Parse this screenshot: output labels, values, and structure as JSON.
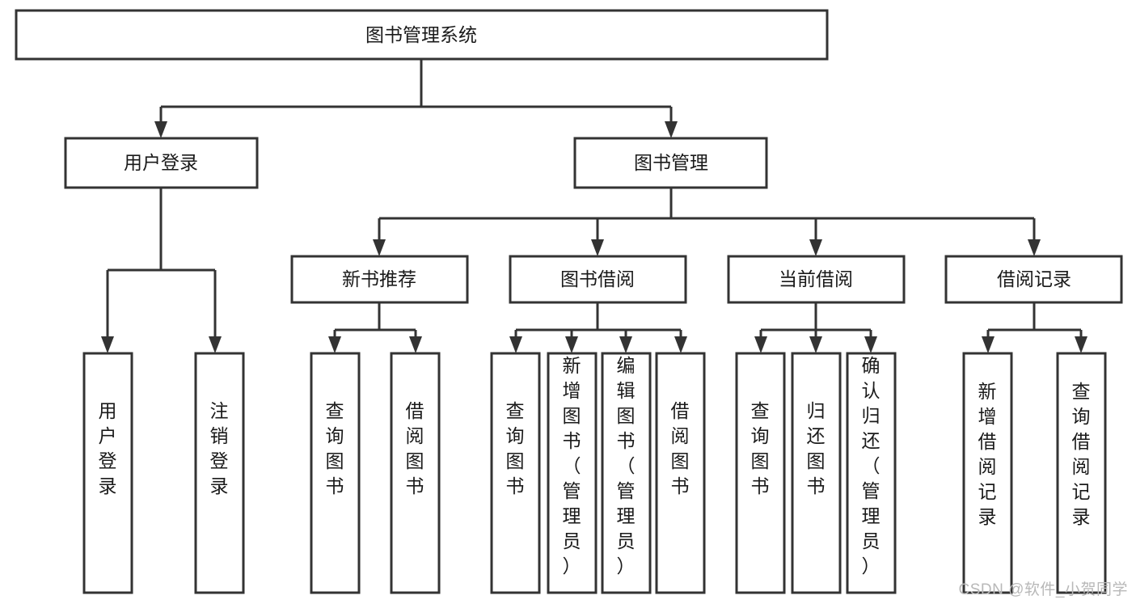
{
  "diagram": {
    "type": "tree-hierarchy",
    "title": "图书管理系统",
    "watermark": "CSDN @软件_小贺同学",
    "colors": {
      "box_stroke": "#333333",
      "box_fill": "#ffffff",
      "text": "#1a1a1a",
      "background": "#ffffff",
      "watermark": "#b8b8b8"
    },
    "levels": [
      {
        "level": 1,
        "nodes": [
          {
            "id": "root",
            "label": "图书管理系统",
            "orientation": "horizontal"
          }
        ]
      },
      {
        "level": 2,
        "nodes": [
          {
            "id": "user-login",
            "label": "用户登录",
            "orientation": "horizontal",
            "parent": "root"
          },
          {
            "id": "book-manage",
            "label": "图书管理",
            "orientation": "horizontal",
            "parent": "root"
          }
        ]
      },
      {
        "level": 3,
        "nodes": [
          {
            "id": "new-book-rec",
            "label": "新书推荐",
            "orientation": "horizontal",
            "parent": "book-manage"
          },
          {
            "id": "book-borrow",
            "label": "图书借阅",
            "orientation": "horizontal",
            "parent": "book-manage"
          },
          {
            "id": "current-borrow",
            "label": "当前借阅",
            "orientation": "horizontal",
            "parent": "book-manage"
          },
          {
            "id": "borrow-record",
            "label": "借阅记录",
            "orientation": "horizontal",
            "parent": "book-manage"
          }
        ]
      },
      {
        "level": 4,
        "nodes": [
          {
            "id": "leaf-1",
            "label": "用户登录",
            "orientation": "vertical",
            "parent": "user-login"
          },
          {
            "id": "leaf-2",
            "label": "注销登录",
            "orientation": "vertical",
            "parent": "user-login"
          },
          {
            "id": "leaf-3",
            "label": "查询图书",
            "orientation": "vertical",
            "parent": "new-book-rec"
          },
          {
            "id": "leaf-4",
            "label": "借阅图书",
            "orientation": "vertical",
            "parent": "new-book-rec"
          },
          {
            "id": "leaf-5",
            "label": "查询图书",
            "orientation": "vertical",
            "parent": "book-borrow"
          },
          {
            "id": "leaf-6",
            "label": "新增图书（管理员）",
            "orientation": "vertical",
            "parent": "book-borrow"
          },
          {
            "id": "leaf-7",
            "label": "编辑图书（管理员）",
            "orientation": "vertical",
            "parent": "book-borrow"
          },
          {
            "id": "leaf-8",
            "label": "借阅图书",
            "orientation": "vertical",
            "parent": "book-borrow"
          },
          {
            "id": "leaf-9",
            "label": "查询图书",
            "orientation": "vertical",
            "parent": "current-borrow"
          },
          {
            "id": "leaf-10",
            "label": "归还图书",
            "orientation": "vertical",
            "parent": "current-borrow"
          },
          {
            "id": "leaf-11",
            "label": "确认归还（管理员）",
            "orientation": "vertical",
            "parent": "current-borrow"
          },
          {
            "id": "leaf-12",
            "label": "新增借阅记录",
            "orientation": "vertical",
            "parent": "borrow-record"
          },
          {
            "id": "leaf-13",
            "label": "查询借阅记录",
            "orientation": "vertical",
            "parent": "borrow-record"
          }
        ]
      }
    ]
  }
}
